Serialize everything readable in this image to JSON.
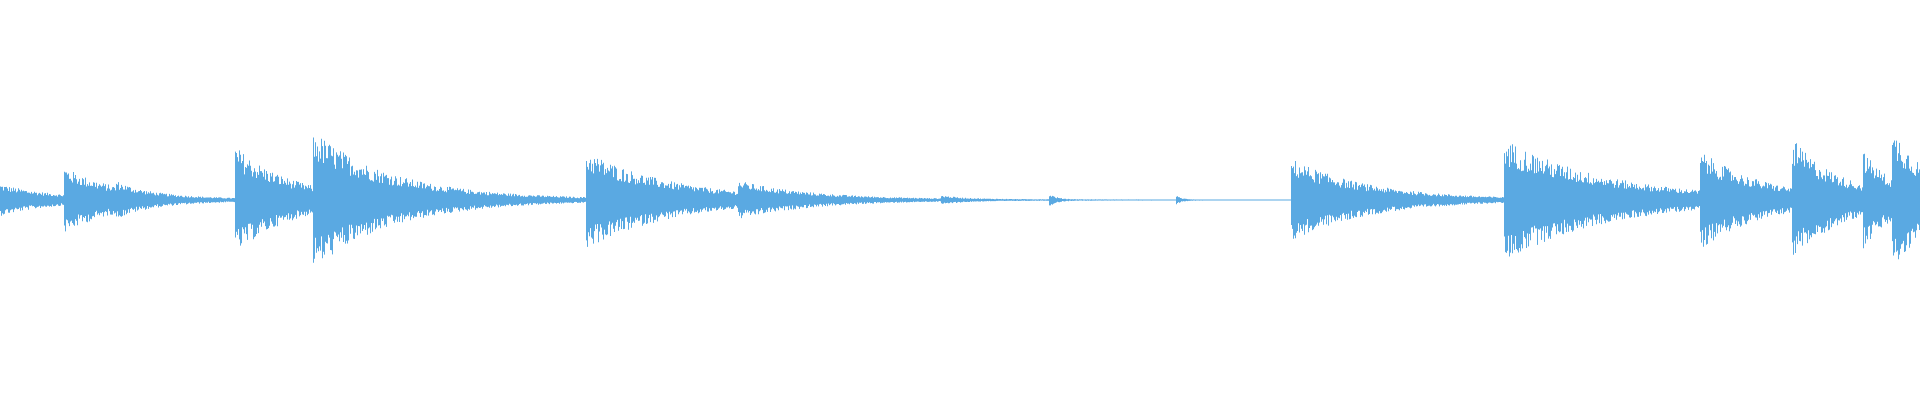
{
  "waveform": {
    "color": "#5aa9e2",
    "background": "#ffffff",
    "transients": [
      {
        "t": 0.0,
        "peak": 0.1,
        "decay": 0.03
      },
      {
        "t": 0.033,
        "peak": 0.18,
        "decay": 0.03
      },
      {
        "t": 0.06,
        "peak": 0.04,
        "decay": 0.01
      },
      {
        "t": 0.122,
        "peak": 0.34,
        "decay": 0.03
      },
      {
        "t": 0.163,
        "peak": 0.36,
        "decay": 0.045
      },
      {
        "t": 0.305,
        "peak": 0.3,
        "decay": 0.045
      },
      {
        "t": 0.384,
        "peak": 0.07,
        "decay": 0.035
      },
      {
        "t": 0.49,
        "peak": 0.02,
        "decay": 0.01
      },
      {
        "t": 0.546,
        "peak": 0.04,
        "decay": 0.004
      },
      {
        "t": 0.612,
        "peak": 0.03,
        "decay": 0.003
      },
      {
        "t": 0.672,
        "peak": 0.27,
        "decay": 0.04
      },
      {
        "t": 0.783,
        "peak": 0.38,
        "decay": 0.055
      },
      {
        "t": 0.885,
        "peak": 0.26,
        "decay": 0.03
      },
      {
        "t": 0.933,
        "peak": 0.32,
        "decay": 0.025
      },
      {
        "t": 0.97,
        "peak": 0.22,
        "decay": 0.015
      },
      {
        "t": 0.985,
        "peak": 0.36,
        "decay": 0.02
      }
    ]
  }
}
